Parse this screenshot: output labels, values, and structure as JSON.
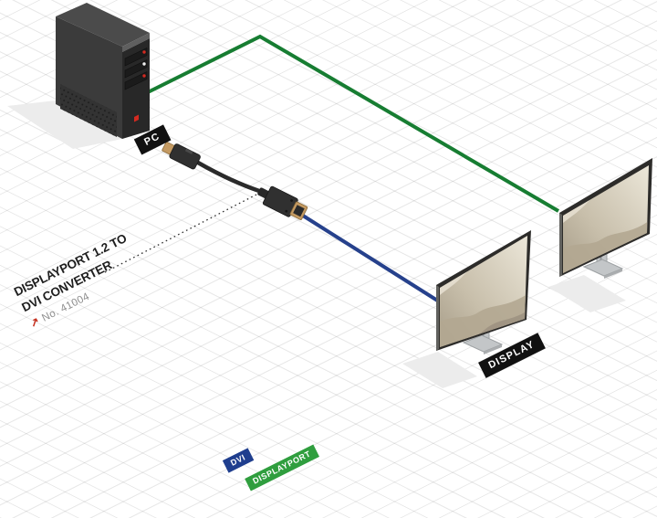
{
  "diagram": {
    "title": {
      "line1": "DISPLAYPORT 1.2 TO",
      "line2": "DVI CONVERTER",
      "part_number": "No. 41004",
      "arrow_glyph": "↗"
    },
    "nodes": {
      "pc": "PC",
      "display": "DISPLAY"
    },
    "legend": {
      "dvi": "DVI",
      "displayport": "DISPLAYPORT"
    },
    "colors": {
      "dvi-cable": "#26418c",
      "displayport-cable": "#177d32",
      "dvi-badge": "#1f3e8e",
      "displayport-badge": "#2f9e3e",
      "accent-red": "#c5301f",
      "label-bg": "#111111"
    }
  }
}
